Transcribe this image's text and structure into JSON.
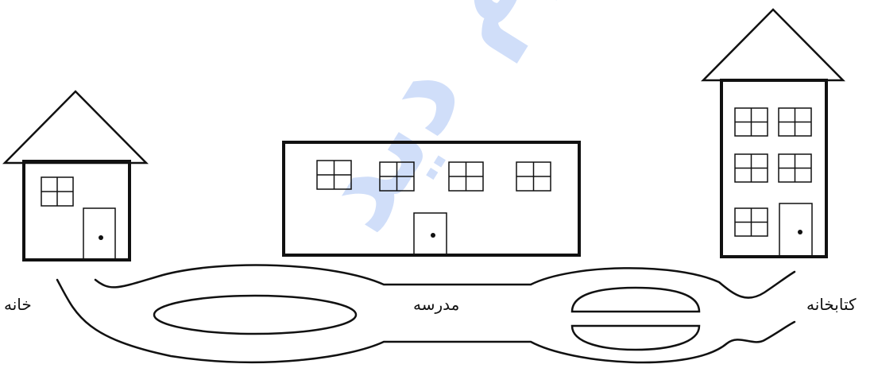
{
  "labels": {
    "home": "خانه",
    "school": "مدرسه",
    "library": "کتابخانه"
  },
  "watermark": {
    "text": "علوم دید"
  },
  "colors": {
    "ink": "#111111",
    "watermark": "#2f6fe6"
  }
}
